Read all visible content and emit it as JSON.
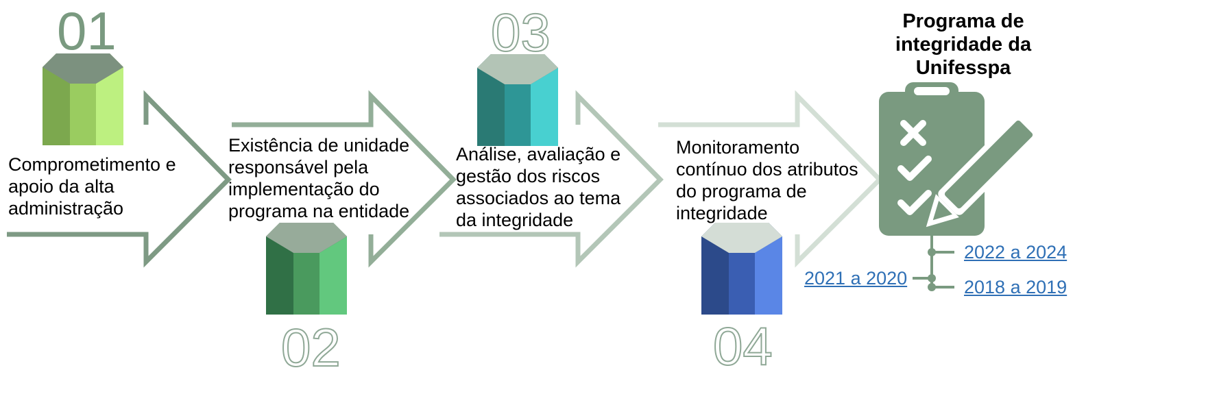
{
  "steps": [
    {
      "number": "01",
      "text": "Comprometimento e\napoio da alta\nadministração"
    },
    {
      "number": "02",
      "text": "Existência de unidade\nresponsável pela\nimplementação do\nprograma na entidade"
    },
    {
      "number": "03",
      "text": "Análise, avaliação e\ngestão dos riscos\nassociados ao tema\nda integridade"
    },
    {
      "number": "04",
      "text": "Monitoramento\ncontínuo dos atributos\ndo programa de\nintegridade"
    }
  ],
  "program": {
    "title": "Programa de\nintegridade da\nUnifesspa",
    "links": [
      "2022 a 2024",
      "2021 a 2020",
      "2018 a 2019"
    ]
  },
  "colors": {
    "arrow1": "#7e9a84",
    "arrow2": "#93ae98",
    "arrow3": "#b3c6b7",
    "arrow4": "#d3dfd5",
    "clipboard": "#7a9a80",
    "hex1": [
      "#7c917f",
      "#7ca84e",
      "#9acc60",
      "#bdf080"
    ],
    "hex2": [
      "#97ab9a",
      "#307046",
      "#4a9a5e",
      "#62c87e"
    ],
    "hex3": [
      "#b3c4b6",
      "#2a7a74",
      "#2e9696",
      "#48d0d0"
    ],
    "hex4": [
      "#d4ddd6",
      "#2c4a8a",
      "#3a5eb2",
      "#5a86e6"
    ],
    "link": "#2e6fb5"
  }
}
